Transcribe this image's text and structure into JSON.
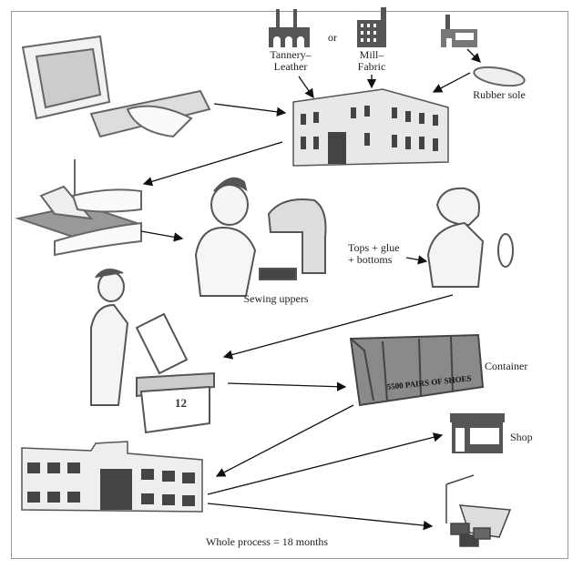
{
  "sources": {
    "tannery": "Tannery–\nLeather",
    "or": "or",
    "mill": "Mill–\nFabric",
    "rubber_sole": "Rubber sole"
  },
  "steps": {
    "sewing_uppers": "Sewing uppers",
    "tops_glue_bottoms": "Tops + glue\n+ bottoms",
    "box_number": "12",
    "container_text": "5500 PAIRS OF SHOES",
    "container": "Container",
    "shop": "Shop"
  },
  "footer": {
    "duration": "Whole process = 18 months"
  },
  "colors": {
    "icon": "#555555",
    "arrow": "#111111",
    "sketch": "#777777"
  }
}
